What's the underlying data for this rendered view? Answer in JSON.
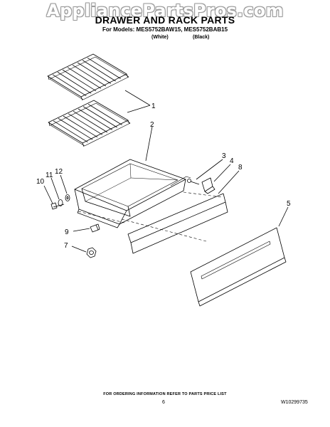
{
  "watermark": "AppliancePartsPros.com",
  "title": "DRAWER AND RACK PARTS",
  "subtitle": "For Models: MES5752BAW15, MES5752BAB15",
  "variants": {
    "white": "(White)",
    "black": "(Black)"
  },
  "callouts": {
    "c1": "1",
    "c2": "2",
    "c3": "3",
    "c4": "4",
    "c5": "5",
    "c7": "7",
    "c8": "8",
    "c9": "9",
    "c10": "10",
    "c11": "11",
    "c12": "12"
  },
  "footer": {
    "note": "FOR ORDERING INFORMATION REFER TO PARTS PRICE LIST",
    "page": "6",
    "doc_number": "W10299735"
  }
}
